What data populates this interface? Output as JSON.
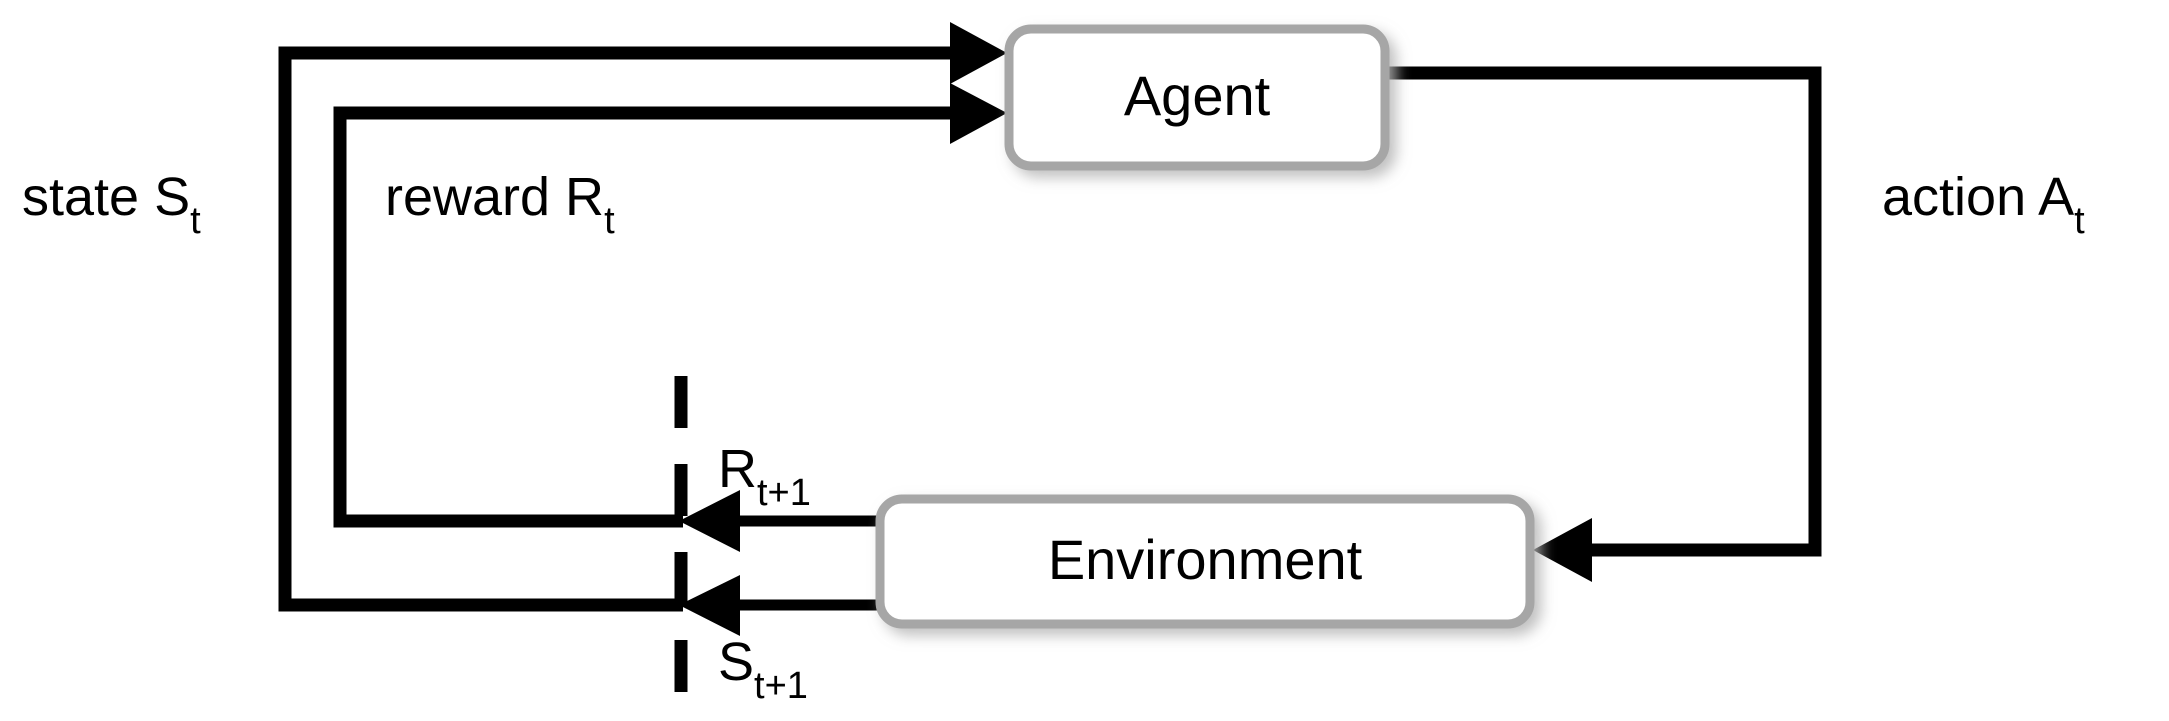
{
  "diagram": {
    "title": "Reinforcement Learning Agent-Environment Interaction Loop",
    "background_color": "#ffffff",
    "line_color": "#000000",
    "box_border_color": "#a6a6a6",
    "box_fill_color": "#ffffff",
    "text_color": "#000000"
  },
  "nodes": [
    {
      "id": "agent",
      "label": "Agent",
      "shape": "rounded-rectangle"
    },
    {
      "id": "environment",
      "label": "Environment",
      "shape": "rounded-rectangle"
    }
  ],
  "edges": [
    {
      "id": "state-edge",
      "label_base": "state S",
      "label_sub": "t",
      "from": "environment",
      "to": "agent"
    },
    {
      "id": "reward-edge",
      "label_base": "reward R",
      "label_sub": "t",
      "from": "environment",
      "to": "agent"
    },
    {
      "id": "action-edge",
      "label_base": "action A",
      "label_sub": "t",
      "from": "agent",
      "to": "environment"
    },
    {
      "id": "next-reward-edge",
      "label_base": "R",
      "label_sub": "t+1",
      "from": "environment",
      "to": "time-boundary"
    },
    {
      "id": "next-state-edge",
      "label_base": "S",
      "label_sub": "t+1",
      "from": "environment",
      "to": "time-boundary"
    }
  ],
  "time_boundary": {
    "id": "time-step-divider",
    "style": "dashed-vertical"
  }
}
